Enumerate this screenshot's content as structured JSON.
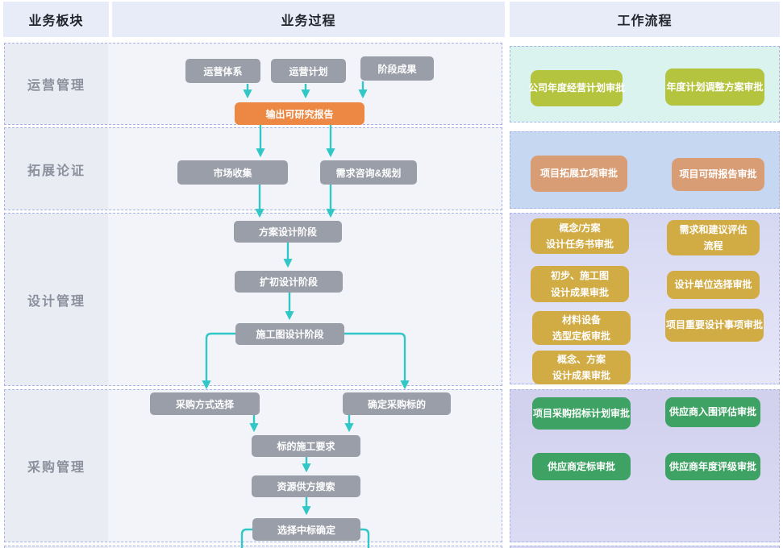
{
  "header": {
    "col_module": "业务板块",
    "col_process": "业务过程",
    "col_workflow": "工作流程"
  },
  "sections": [
    "运营管理",
    "拓展论证",
    "设计管理",
    "采购管理"
  ],
  "flow": {
    "operation_system": "运营体系",
    "operation_plan": "运营计划",
    "phase_results": "阶段成果",
    "output_feasibility_report": "输出可研究报告",
    "market_collection": "市场收集",
    "demand_consult_planning": "需求咨询&规划",
    "scheme_design_phase": "方案设计阶段",
    "preliminary_design_phase": "扩初设计阶段",
    "construction_drawing_phase": "施工图设计阶段",
    "procurement_method_select": "采购方式选择",
    "confirm_procurement_target": "确定采购标的",
    "target_construction_req": "标的施工要求",
    "resource_supplier_search": "资源供方搜索",
    "select_winning_bid": "选择中标确定"
  },
  "approvals": {
    "row1": [
      "公司年度经营计划审批",
      "年度计划调整方案审批"
    ],
    "row2": [
      "项目拓展立项审批",
      "项目可研报告审批"
    ],
    "row3": [
      {
        "l1": "概念/方案",
        "l2": "设计任务书审批"
      },
      {
        "l1": "需求和建议评估",
        "l2": "流程"
      },
      {
        "l1": "初步、施工图",
        "l2": "设计成果审批"
      },
      {
        "l1": "设计单位选择审批",
        "l2": ""
      },
      {
        "l1": "材料设备",
        "l2": "选型定板审批"
      },
      {
        "l1": "项目重要设计事项审批",
        "l2": ""
      },
      {
        "l1": "概念、方案",
        "l2": "设计成果审批"
      }
    ],
    "row4": [
      "项目采购招标计划审批",
      "供应商入围评估审批",
      "供应商定标审批",
      "供应商年度评级审批"
    ]
  },
  "colors": {
    "header_bg": "#e8ecf9",
    "lane_bg": "#f2f4fa",
    "label_strip_bg": "#eaecf4",
    "dashed_border": "#a7b3e6",
    "node_gray": "#9a9ea8",
    "node_orange": "#ec8843",
    "approval_olive": "#b4c43e",
    "approval_salmon": "#d99d75",
    "approval_gold": "#d1ab44",
    "approval_green": "#3da263",
    "wf_bg_row1": "#daf3ef",
    "wf_bg_row2": "#c6d8f1",
    "wf_bg_row3": "#d6d8f3",
    "wf_bg_row4": "#d1d0ed",
    "arrow": "#31c7c6"
  }
}
